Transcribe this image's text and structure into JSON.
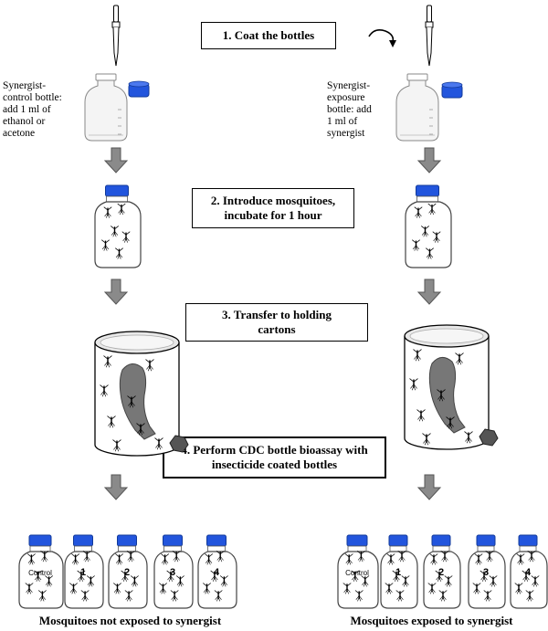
{
  "steps": {
    "step1": "1. Coat the bottles",
    "step2_line1": "2. Introduce mosquitoes,",
    "step2_line2": "incubate for 1 hour",
    "step3_line1": "3. Transfer to holding",
    "step3_line2": "cartons",
    "step4_line1": "4. Perform CDC bottle bioassay with",
    "step4_line2": "insecticide coated bottles"
  },
  "left_note": [
    "Synergist-",
    "control bottle:",
    "add 1 ml of",
    "ethanol or",
    "acetone"
  ],
  "right_note": [
    "Synergist-",
    "exposure",
    "bottle: add",
    "1 ml of",
    "synergist"
  ],
  "bottle_labels": {
    "control": "Control",
    "numbers": [
      "1",
      "2",
      "3",
      "4"
    ]
  },
  "captions": {
    "left": "Mosquitoes not exposed to synergist",
    "right": "Mosquitoes exposed to synergist"
  },
  "colors": {
    "cap_blue": "#2255dd",
    "arrow_gray": "#8a8a8a",
    "sleeve_gray": "#777777"
  }
}
